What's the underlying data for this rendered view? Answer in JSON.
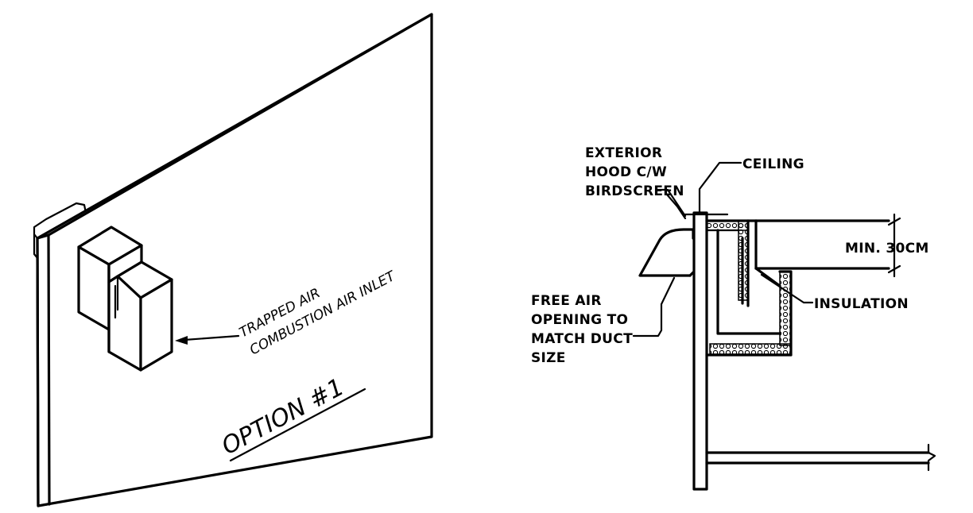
{
  "left_view": {
    "label_line1": "TRAPPED AIR",
    "label_line2": "COMBUSTION AIR INLET",
    "title": "OPTION #1"
  },
  "right_view": {
    "hood_line1": "EXTERIOR",
    "hood_line2": "HOOD C/W",
    "hood_line3": "BIRDSCREEN",
    "ceiling": "CEILING",
    "min_dim": "MIN. 30CM",
    "insulation": "INSULATION",
    "free_air_line1": "FREE AIR",
    "free_air_line2": "OPENING TO",
    "free_air_line3": "MATCH DUCT",
    "free_air_line4": "SIZE"
  }
}
